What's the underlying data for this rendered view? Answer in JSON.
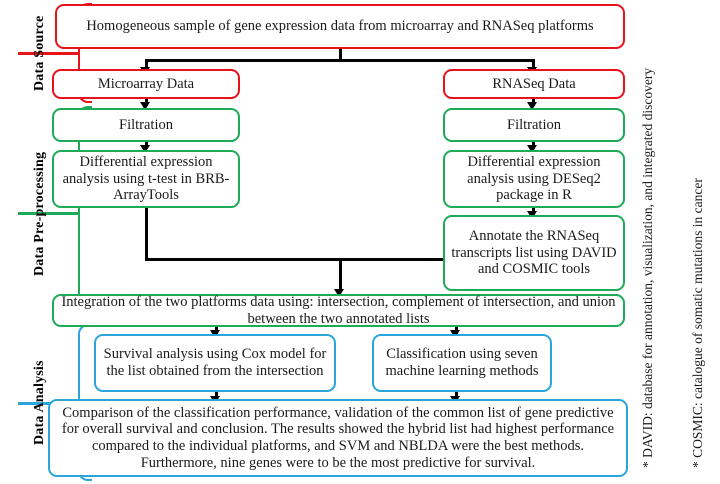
{
  "figure": {
    "type": "flowchart",
    "colors": {
      "data_source": "#e8121b",
      "data_preprocessing": "#1faa57",
      "data_analysis": "#2ba6dd",
      "connector": "#000000",
      "background": "#ffffff"
    }
  },
  "categories": [
    {
      "id": "data-source",
      "label": "Data Source"
    },
    {
      "id": "data-preprocessing",
      "label": "Data Pre-processing"
    },
    {
      "id": "data-analysis",
      "label": "Data Analysis"
    }
  ],
  "nodes": {
    "source": {
      "label": "Homogeneous sample of gene expression data from microarray and RNASeq platforms"
    },
    "microarray_data": {
      "label": "Microarray Data"
    },
    "rnaseq_data": {
      "label": "RNASeq Data"
    },
    "filtration_left": {
      "label": "Filtration"
    },
    "filtration_right": {
      "label": "Filtration"
    },
    "de_left": {
      "label": "Differential expression analysis using t-test in BRB-ArrayTools"
    },
    "de_right": {
      "label": "Differential expression analysis using DESeq2 package in R"
    },
    "annotate": {
      "label": "Annotate the RNASeq transcripts list using DAVID and COSMIC tools"
    },
    "integration": {
      "label": "Integration of the two platforms data using: intersection, complement of intersection, and union between the two annotated lists"
    },
    "survival": {
      "label": "Survival analysis using Cox model for the list obtained from the intersection"
    },
    "classification": {
      "label": "Classification using seven machine learning methods"
    },
    "comparison": {
      "label": "Comparison of the classification performance, validation of the common list of gene predictive for overall survival and conclusion. The results showed the hybrid list had highest performance compared to the individual platforms, and SVM and NBLDA were the best methods. Furthermore, nine genes were to be the most predictive for survival."
    }
  },
  "footnotes": [
    {
      "id": "david",
      "text": "* DAVID: database for annotation, visualization, and integrated discovery"
    },
    {
      "id": "cosmic",
      "text": "* COSMIC: catalogue of somatic mutations in cancer"
    }
  ]
}
